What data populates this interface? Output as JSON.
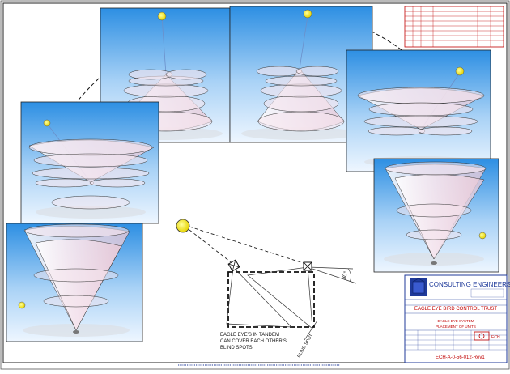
{
  "firm": {
    "name": "CONSULTING ENGINEERS",
    "logo": "ECH"
  },
  "title_block": {
    "client": "EAGLE EYE BIRD CONTROL TRUST",
    "project_line1": "EAGLE EYE SYSTEM",
    "project_line2": "PLACEMENT OF UNITS",
    "drawing_number": "ECH-A-0-56-012-Rev1"
  },
  "diagram": {
    "note_lines": [
      "EAGLE EYE'S IN TANDEM",
      "CAN COVER EACH OTHER'S",
      "BLIND SPOTS"
    ],
    "blind_spot_label": "BLIND SPOT",
    "angle_label": "30°"
  },
  "colors": {
    "sky_top": "#2d8fe3",
    "sky_bottom": "#eef6ff",
    "sun": "#f2e600",
    "cone": "#f3dde6",
    "title_red": "#c00000",
    "title_blue": "#1f3a9a"
  }
}
